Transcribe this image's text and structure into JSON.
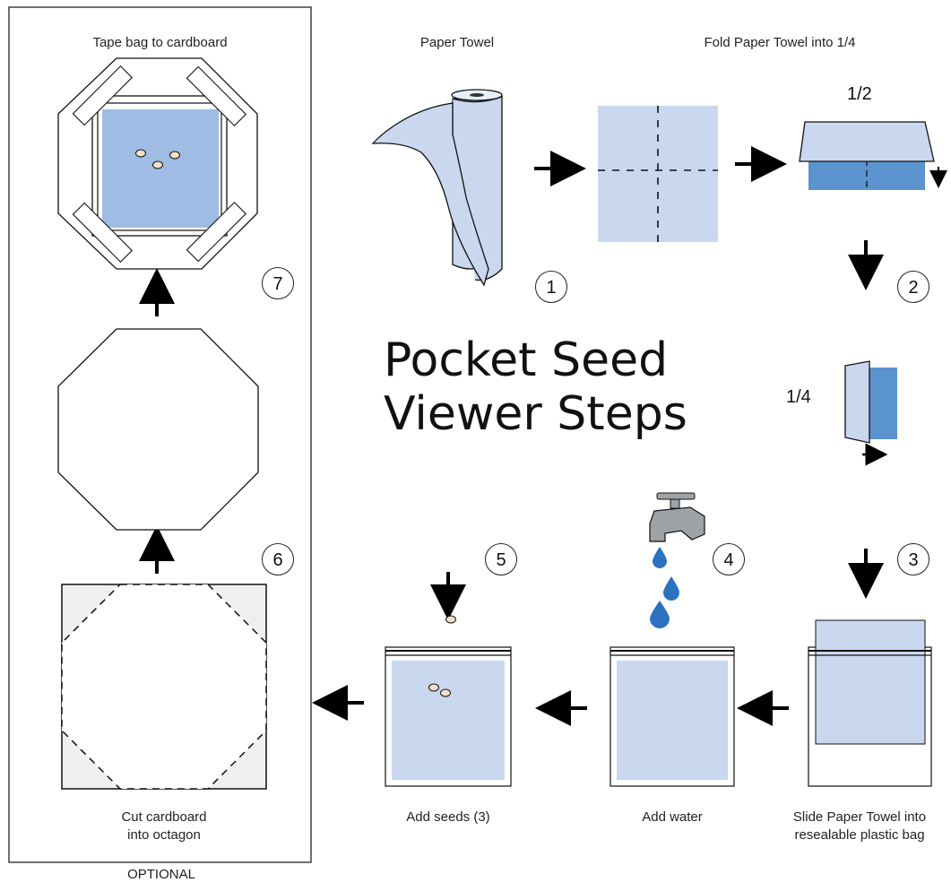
{
  "title": {
    "line1": "Pocket Seed",
    "line2": "Viewer Steps"
  },
  "labels": {
    "tape": "Tape bag to cardboard",
    "paper_towel": "Paper Towel",
    "fold": "Fold Paper Towel into 1/4",
    "cut_1": "Cut cardboard",
    "cut_2": "into octagon",
    "seeds": "Add seeds (3)",
    "water": "Add water",
    "slide_1": "Slide Paper Towel into",
    "slide_2": "resealable plastic bag",
    "optional": "OPTIONAL"
  },
  "fractions": {
    "half": "1/2",
    "quarter": "1/4"
  },
  "steps": {
    "s1": "1",
    "s2": "2",
    "s3": "3",
    "s4": "4",
    "s5": "5",
    "s6": "6",
    "s7": "7"
  },
  "colors": {
    "towel_light": "#c9d8ef",
    "towel_dark": "#5b93cf",
    "seed": "#f3e0c6",
    "water": "#2a72c0",
    "cardboard": "#eef0ef",
    "faucet": "#9ea3a8"
  }
}
